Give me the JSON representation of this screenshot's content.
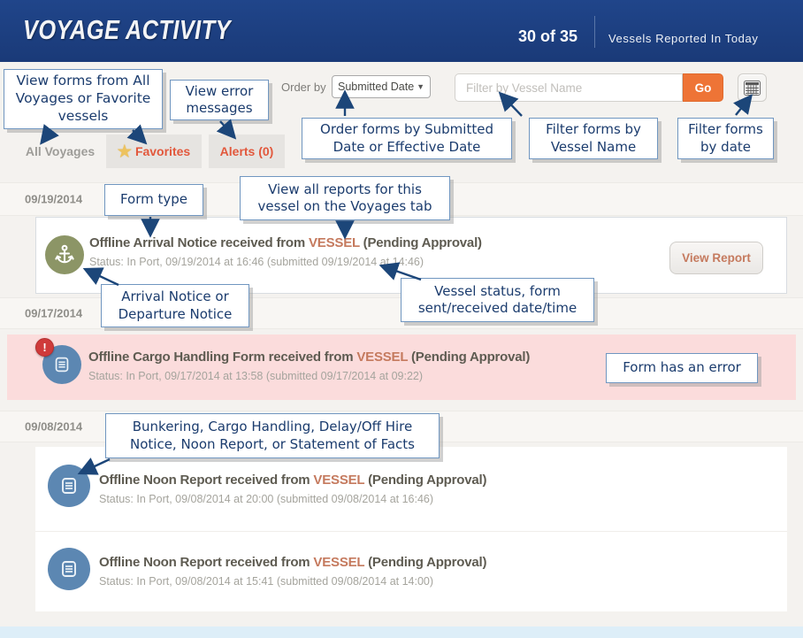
{
  "header": {
    "title": "VOYAGE ACTIVITY",
    "count": "30 of 35",
    "subtitle": "Vessels Reported In Today"
  },
  "toolbar": {
    "order_by_label": "Order by",
    "order_by_value": "Submitted Date",
    "filter_placeholder": "Filter by Vessel Name",
    "go_label": "Go"
  },
  "tabs": [
    {
      "label": "All Voyages",
      "active": true
    },
    {
      "label": "Favorites",
      "icon": "star"
    },
    {
      "label": "Alerts (0)"
    }
  ],
  "icons": {
    "star_glyph": "★",
    "caret_glyph": "▼",
    "error_badge_glyph": "!",
    "anchor": "anchor-icon",
    "document": "document-icon",
    "calendar": "calendar-icon"
  },
  "colors": {
    "header_bg": "#1a3a78",
    "accent_orange": "#ee7436",
    "alert_red": "#e2583c",
    "vessel_link": "#c57a5e",
    "anchor_green": "#8c9566",
    "doc_blue": "#5c87b2",
    "error_row_bg": "#fbdcdc",
    "callout_border": "#7096c0",
    "callout_text": "#1b3c6e"
  },
  "callouts": {
    "tabs": "View forms from All Voyages or Favorite vessels",
    "errors": "View error messages",
    "order": "Order forms by Submitted Date or Effective Date",
    "filter_name": "Filter forms by Vessel Name",
    "filter_date": "Filter forms by date",
    "form_type": "Form type",
    "voyages_tab": "View all reports for this vessel on the Voyages tab",
    "notice_type": "Arrival Notice or Departure Notice",
    "status": "Vessel status, form sent/received date/time",
    "error_row": "Form has an error",
    "form_kinds": "Bunkering, Cargo Handling, Delay/Off Hire Notice, Noon Report, or Statement of Facts"
  },
  "groups": [
    {
      "date": "09/19/2014",
      "rows": [
        {
          "icon": "anchor-icon",
          "title_prefix": "Offline Arrival Notice received from",
          "vessel": "VESSEL",
          "title_suffix": "(Pending Approval)",
          "status": "Status: In Port, 09/19/2014 at 16:46 (submitted 09/19/2014 at 14:46)",
          "action": "View Report"
        }
      ]
    },
    {
      "date": "09/17/2014",
      "rows": [
        {
          "icon": "document-icon",
          "error": true,
          "title_prefix": "Offline Cargo Handling Form received from",
          "vessel": "VESSEL",
          "title_suffix": "(Pending Approval)",
          "status": "Status: In Port, 09/17/2014 at 13:58 (submitted 09/17/2014 at 09:22)"
        }
      ]
    },
    {
      "date": "09/08/2014",
      "rows": [
        {
          "icon": "document-icon",
          "title_prefix": "Offline Noon Report received from",
          "vessel": "VESSEL",
          "title_suffix": "(Pending Approval)",
          "status": "Status: In Port, 09/08/2014 at 20:00 (submitted 09/08/2014 at 16:46)"
        },
        {
          "icon": "document-icon",
          "title_prefix": "Offline Noon Report received from",
          "vessel": "VESSEL",
          "title_suffix": "(Pending Approval)",
          "status": "Status: In Port, 09/08/2014 at 15:41 (submitted 09/08/2014 at 14:00)"
        }
      ]
    }
  ]
}
